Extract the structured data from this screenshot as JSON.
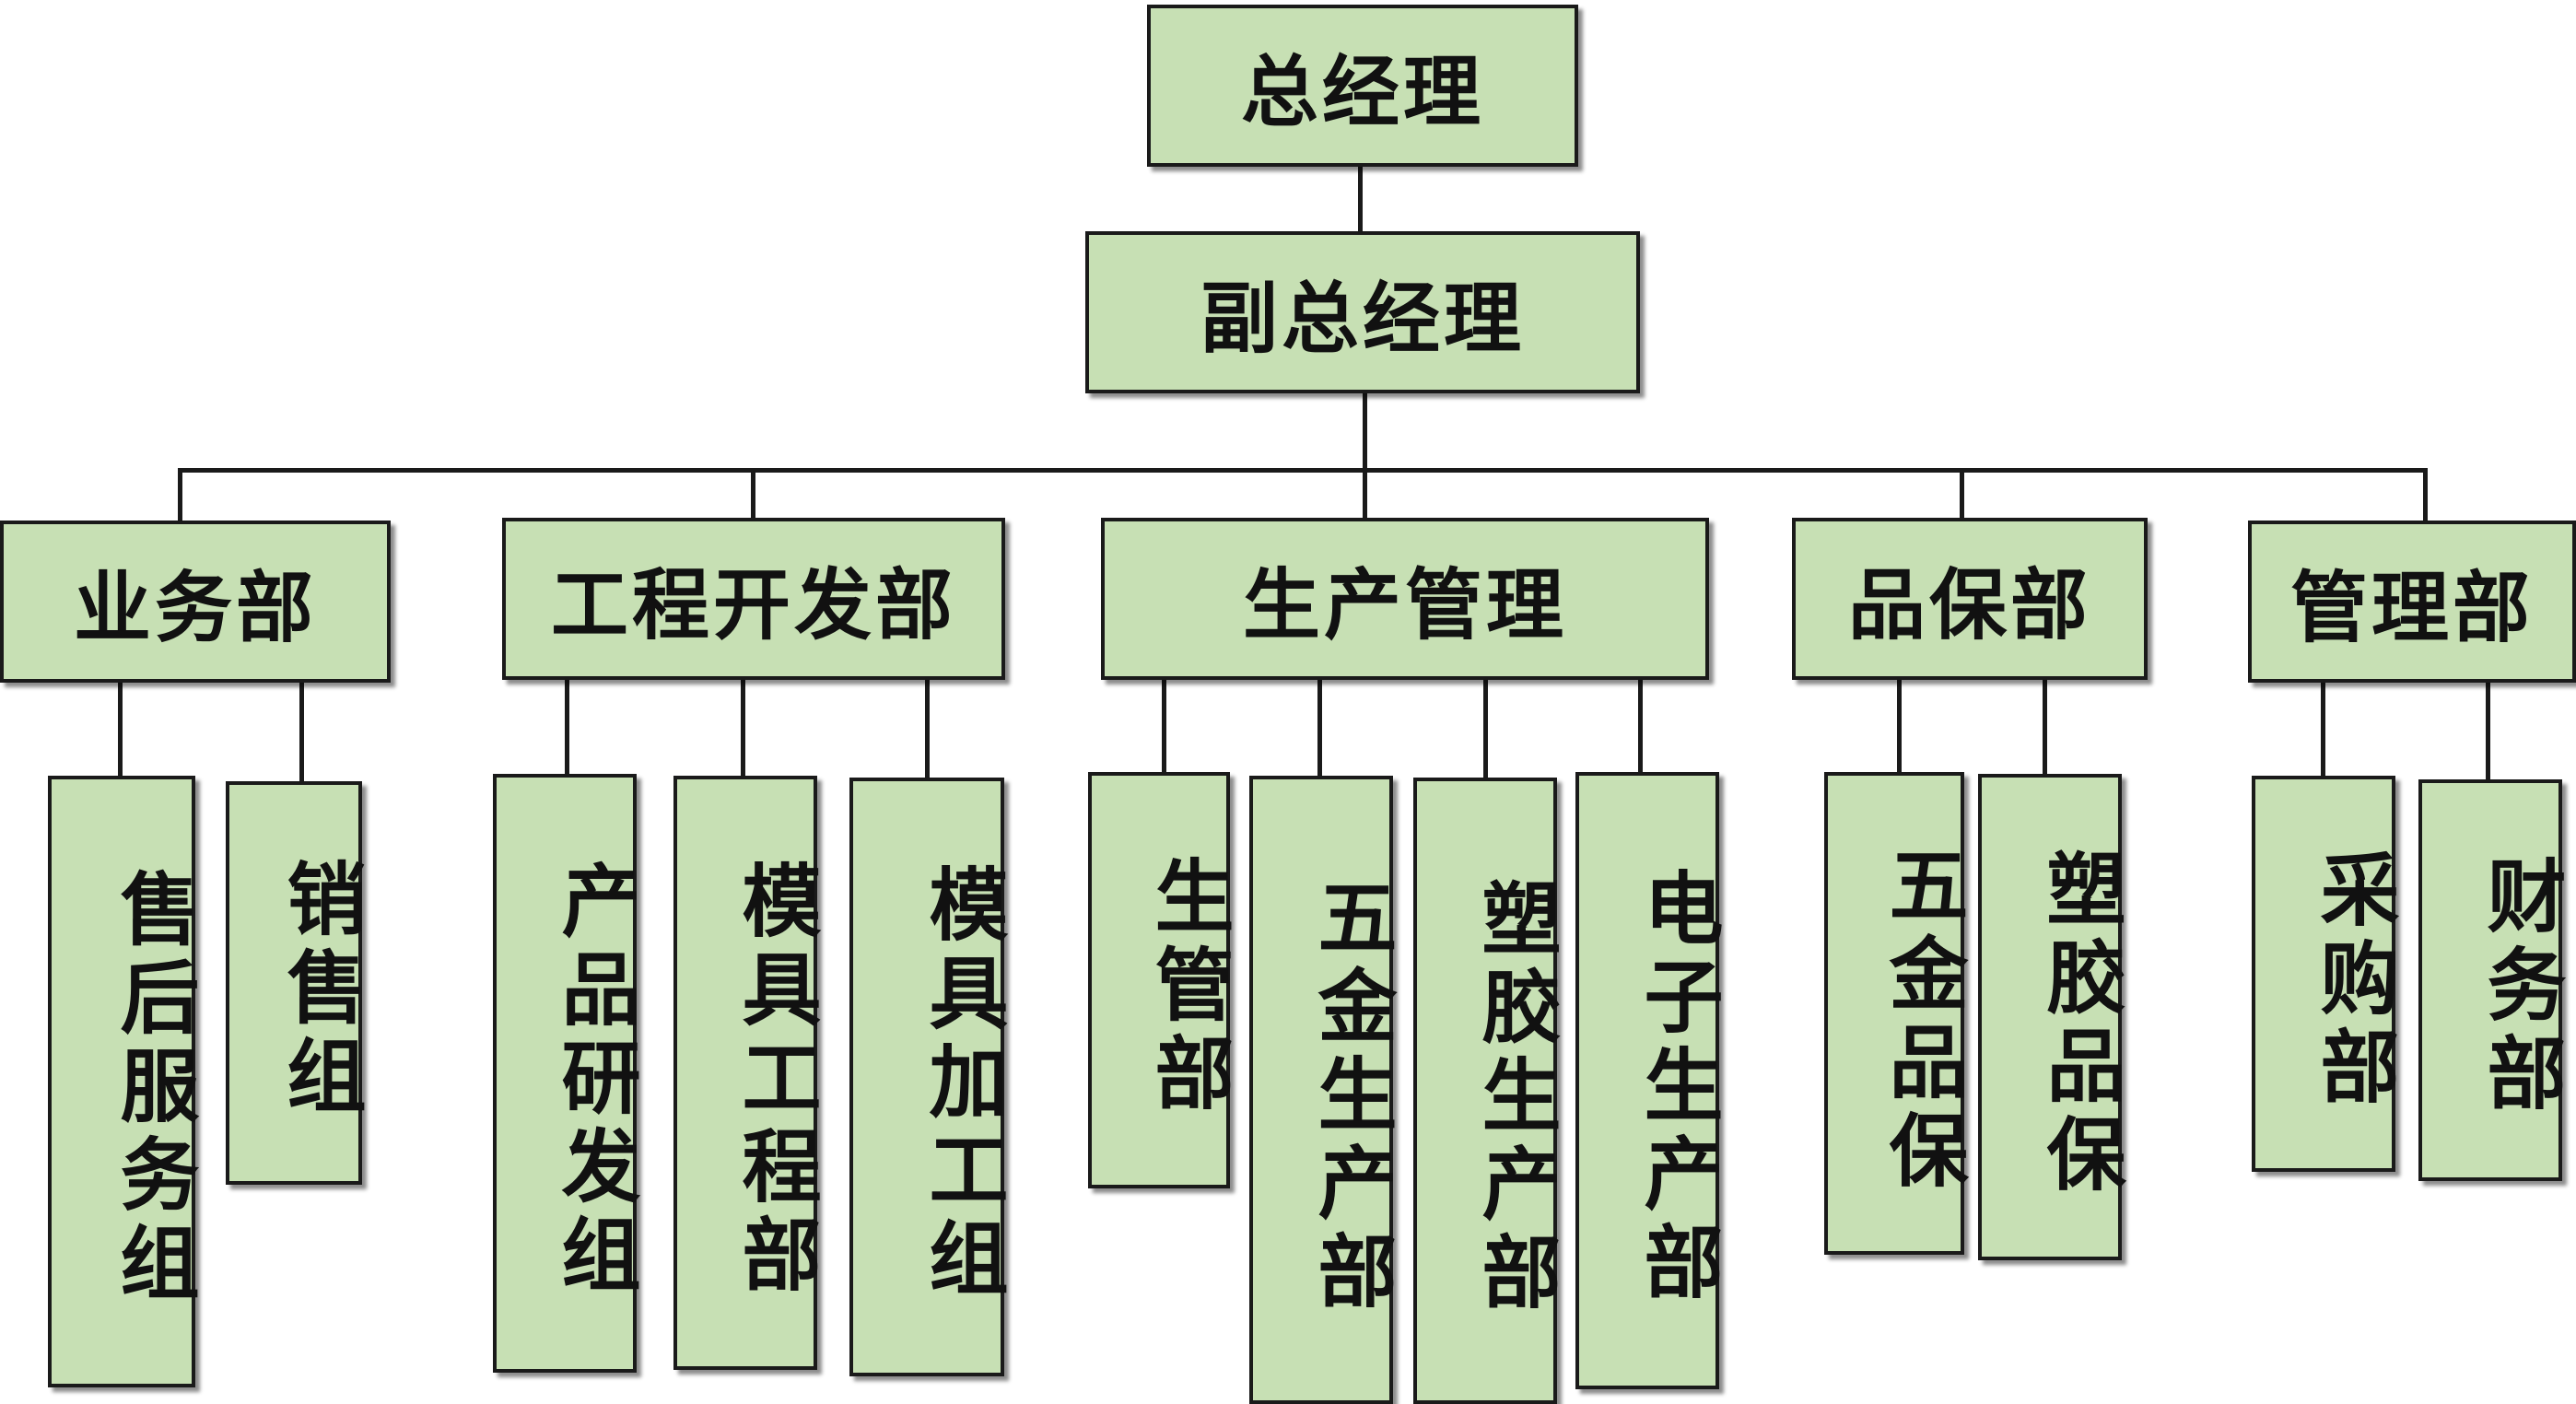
{
  "org": {
    "ceo": "总经理",
    "vp": "副总经理",
    "departments": [
      {
        "name": "业务部",
        "groups": [
          "售后服务组",
          "销售组"
        ]
      },
      {
        "name": "工程开发部",
        "groups": [
          "产品研发组",
          "模具工程部",
          "模具加工组"
        ]
      },
      {
        "name": "生产管理",
        "groups": [
          "生管部",
          "五金生产部",
          "塑胶生产部",
          "电子生产部"
        ]
      },
      {
        "name": "品保部",
        "groups": [
          "五金品保",
          "塑胶品保"
        ]
      },
      {
        "name": "管理部",
        "groups": [
          "采购部",
          "财务部"
        ]
      }
    ]
  },
  "colors": {
    "box_fill": "#c7e0b4",
    "border": "#1a1a1a"
  }
}
